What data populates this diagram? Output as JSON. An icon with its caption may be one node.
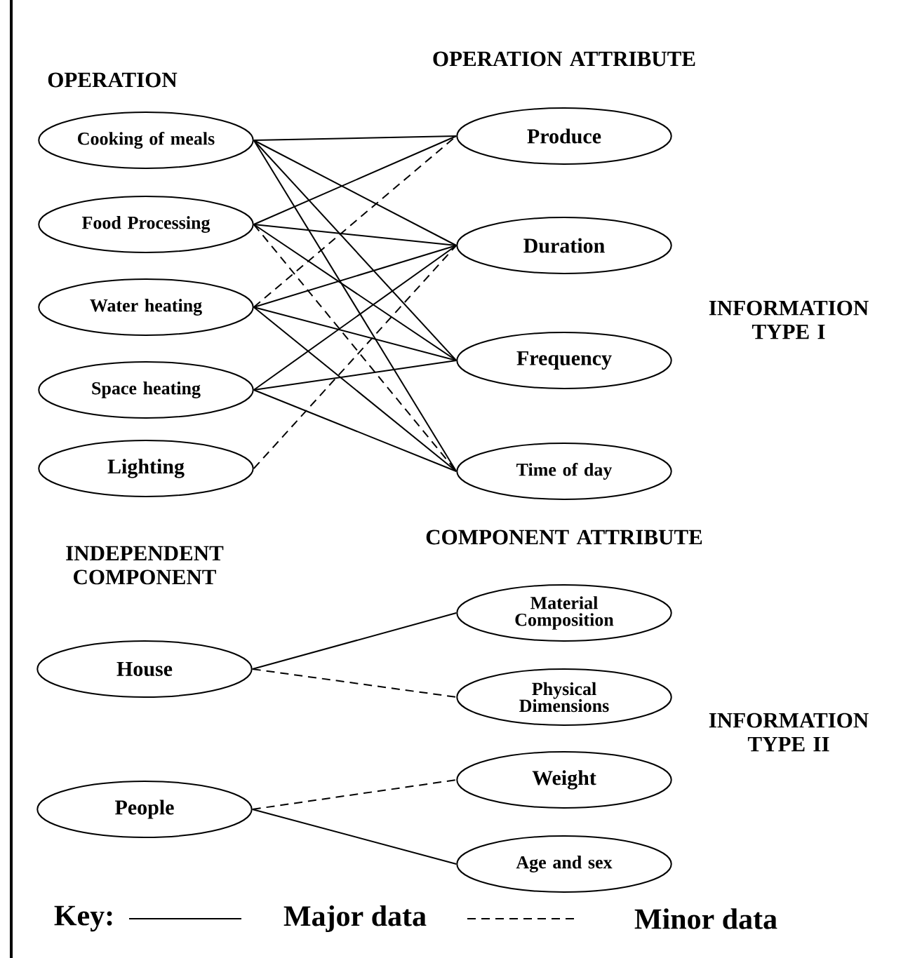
{
  "diagram": {
    "nodes": [
      {
        "text": [
          "Cooking of meals"
        ]
      },
      {
        "text": [
          "Food Processing"
        ]
      },
      {
        "text": [
          "Water heating"
        ]
      },
      {
        "text": [
          "Space heating"
        ]
      },
      {
        "text": [
          "Lighting"
        ]
      },
      {
        "text": [
          "Produce"
        ]
      },
      {
        "text": [
          "Duration"
        ]
      },
      {
        "text": [
          "Frequency"
        ]
      },
      {
        "text": [
          "Time of day"
        ]
      },
      {
        "text": [
          "House"
        ]
      },
      {
        "text": [
          "People"
        ]
      },
      {
        "text": [
          "Material Composition"
        ]
      },
      {
        "text": [
          "Physical Dimensions"
        ]
      },
      {
        "text": [
          "Weight"
        ]
      },
      {
        "text": [
          "Age and sex"
        ]
      }
    ],
    "edges": [
      {
        "from": 0,
        "to": 5,
        "arrow": "none"
      },
      {
        "from": 0,
        "to": 6,
        "arrow": "none"
      },
      {
        "from": 0,
        "to": 7,
        "arrow": "none"
      },
      {
        "from": 0,
        "to": 8,
        "arrow": "none"
      },
      {
        "from": 1,
        "to": 5,
        "arrow": "none"
      },
      {
        "from": 1,
        "to": 6,
        "arrow": "none"
      },
      {
        "from": 1,
        "to": 7,
        "arrow": "none"
      },
      {
        "from": 1,
        "to": 8,
        "arrow": "none",
        "style": "dashed"
      },
      {
        "from": 2,
        "to": 5,
        "arrow": "none",
        "style": "dashed"
      },
      {
        "from": 2,
        "to": 6,
        "arrow": "none"
      },
      {
        "from": 2,
        "to": 7,
        "arrow": "none"
      },
      {
        "from": 2,
        "to": 8,
        "arrow": "none"
      },
      {
        "from": 3,
        "to": 6,
        "arrow": "none"
      },
      {
        "from": 3,
        "to": 7,
        "arrow": "none"
      },
      {
        "from": 3,
        "to": 8,
        "arrow": "none"
      },
      {
        "from": 4,
        "to": 6,
        "arrow": "none",
        "style": "dashed"
      },
      {
        "from": 9,
        "to": 11,
        "arrow": "none"
      },
      {
        "from": 9,
        "to": 12,
        "arrow": "none",
        "style": "dashed"
      },
      {
        "from": 10,
        "to": 13,
        "arrow": "none",
        "style": "dashed"
      },
      {
        "from": 10,
        "to": 14,
        "arrow": "none"
      }
    ],
    "labels": [
      "OPERATION",
      "OPERATION ATTRIBUTE",
      "INFORMATION TYPE I",
      "INDEPENDENT COMPONENT",
      "COMPONENT ATTRIBUTE",
      "INFORMATION TYPE II",
      "Key:"
    ],
    "legend": [
      {
        "text": "Major data"
      },
      {
        "text": "Minor data"
      }
    ]
  }
}
